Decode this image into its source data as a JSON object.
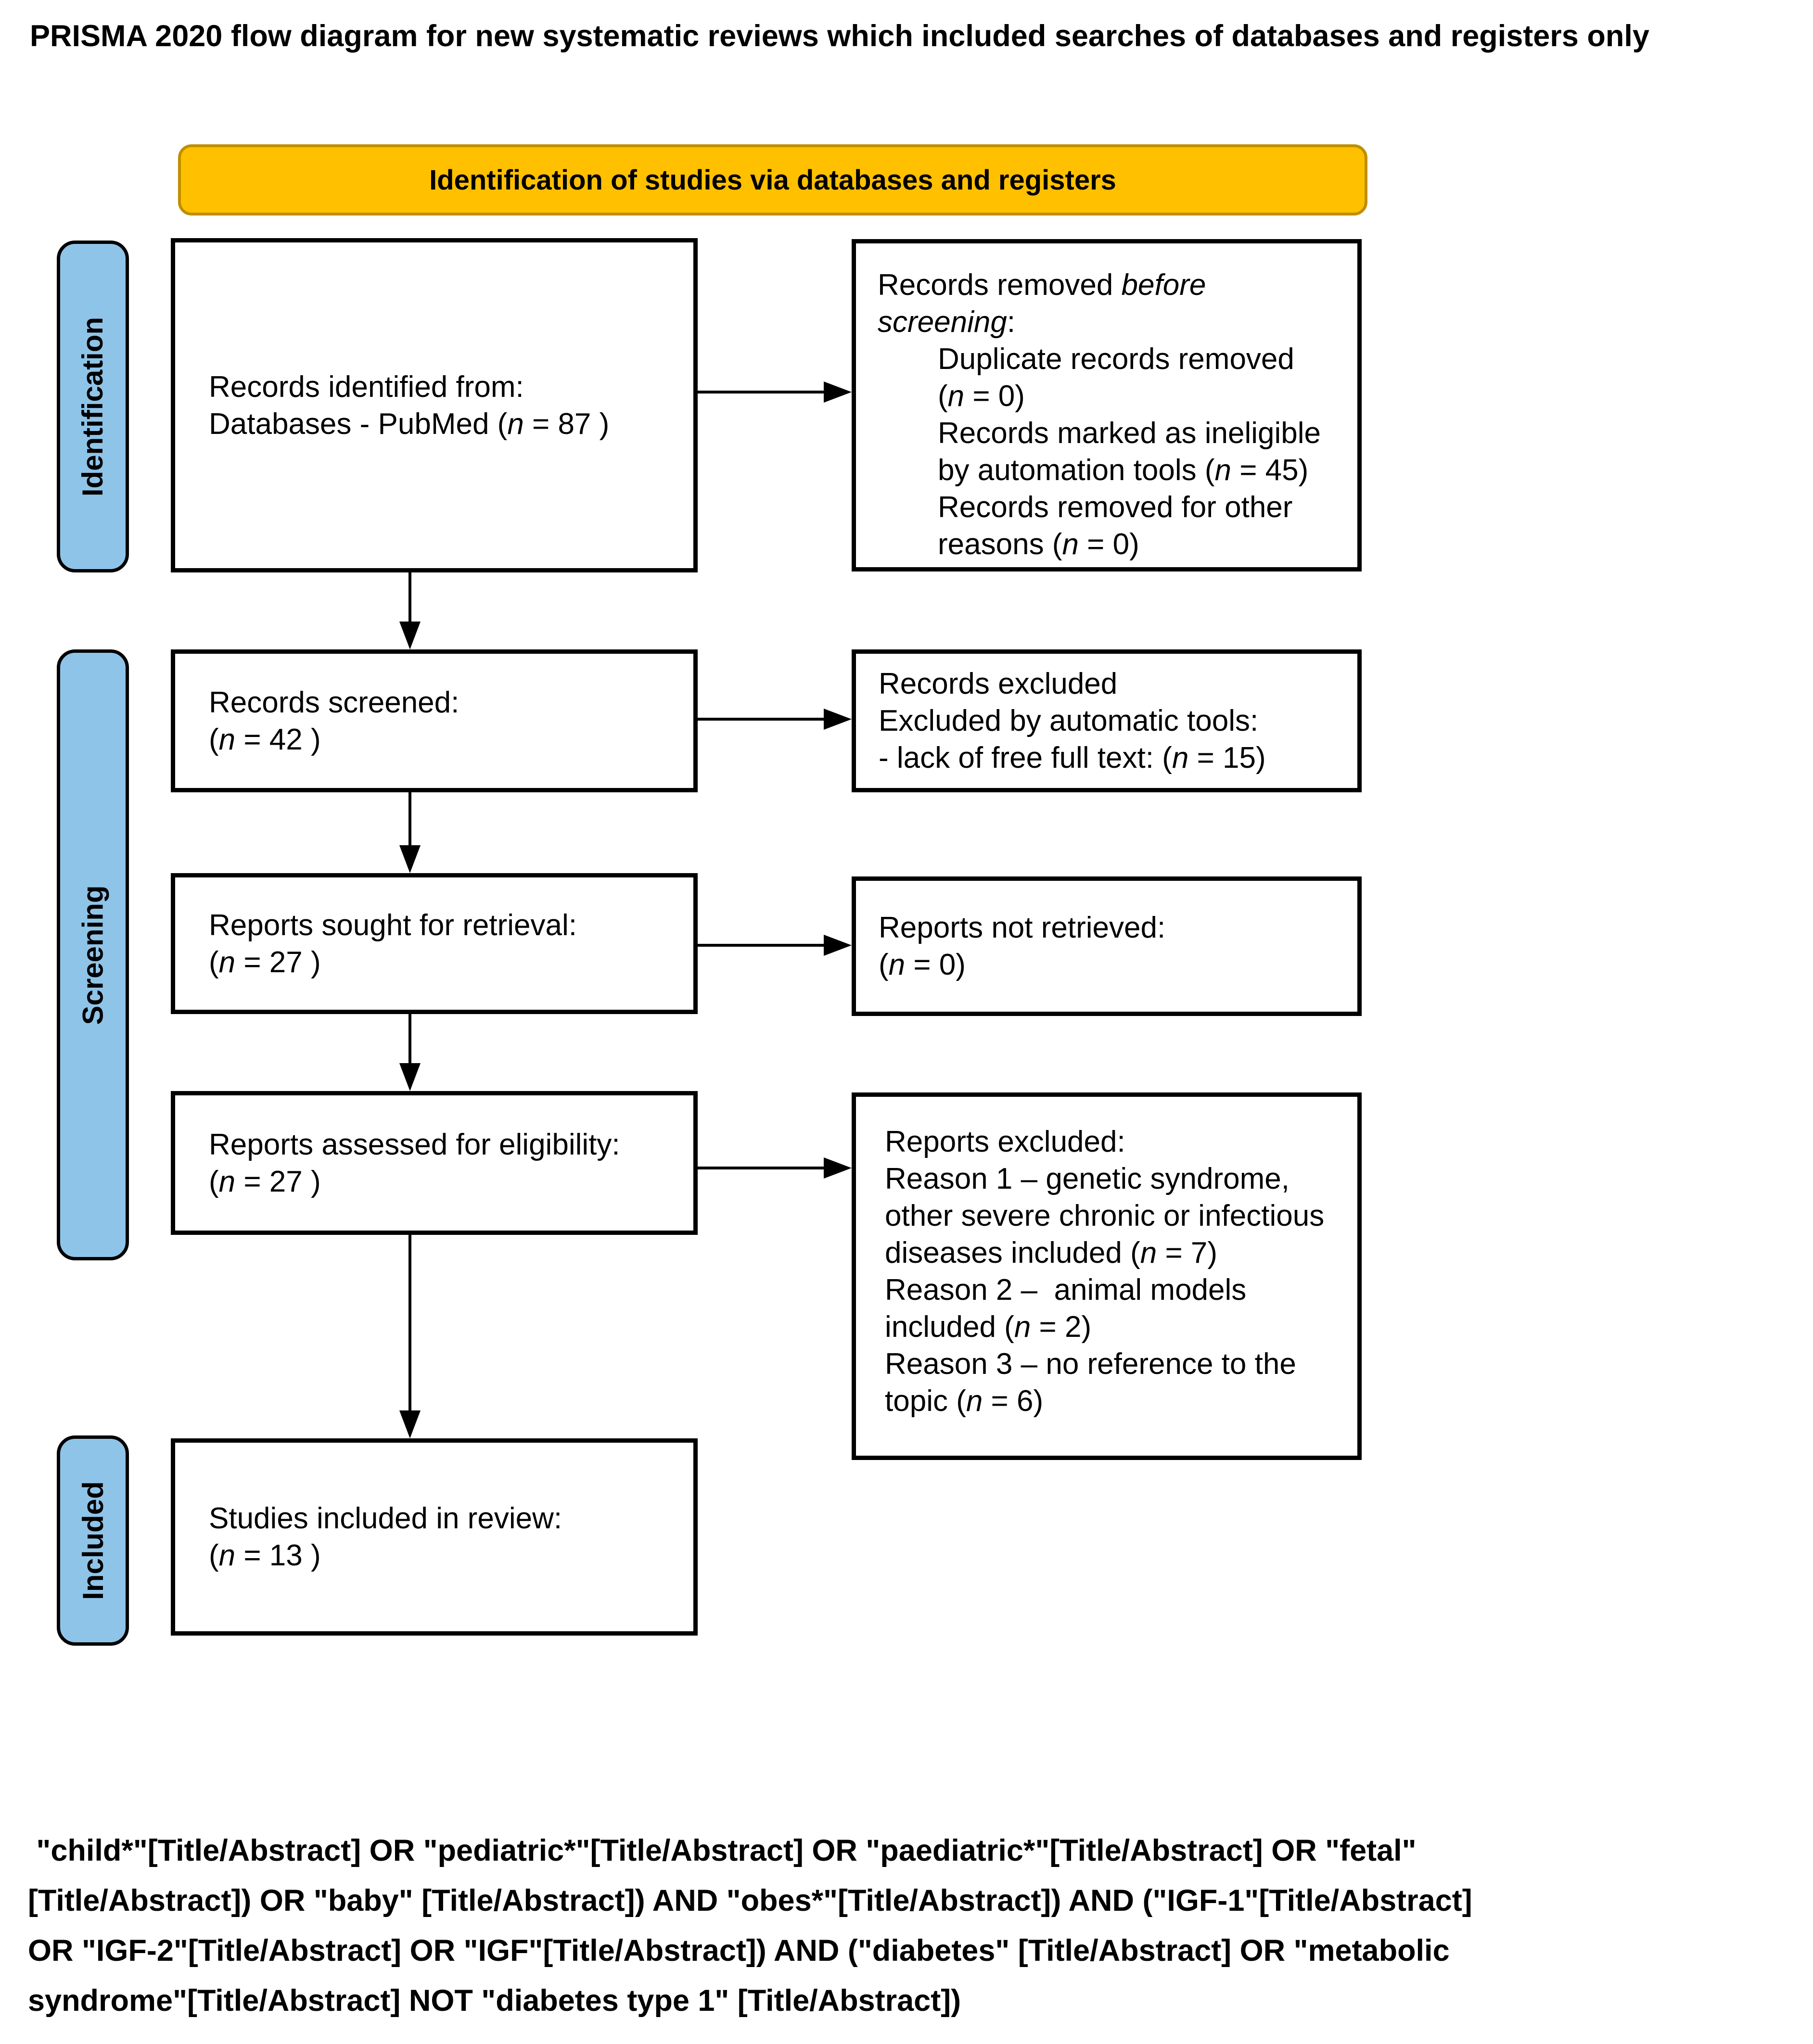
{
  "title": "PRISMA 2020 flow diagram for new systematic reviews which included searches of databases and registers only",
  "banner": {
    "label": "Identification of studies via databases and registers",
    "fill": "#FFC000",
    "border_color": "#BF8F00"
  },
  "stage_bar_fill": "#8FC4E9",
  "stages": [
    {
      "label": "Identification"
    },
    {
      "label": "Screening"
    },
    {
      "label": "Included"
    }
  ],
  "boxes": {
    "records_identified": {
      "lines": [
        {
          "seg": [
            {
              "t": "Records identified from:"
            }
          ]
        },
        {
          "seg": [
            {
              "t": "Databases - PubMed ("
            },
            {
              "t": "n",
              "i": true
            },
            {
              "t": " = 87 )"
            }
          ]
        }
      ]
    },
    "records_removed": {
      "lines": [
        {
          "seg": [
            {
              "t": "Records removed "
            },
            {
              "t": "before",
              "i": true
            }
          ]
        },
        {
          "seg": [
            {
              "t": "screening",
              "i": true
            },
            {
              "t": ":"
            }
          ]
        },
        {
          "ind": true,
          "seg": [
            {
              "t": "Duplicate records removed"
            }
          ]
        },
        {
          "ind": true,
          "seg": [
            {
              "t": "("
            },
            {
              "t": "n",
              "i": true
            },
            {
              "t": " = 0)"
            }
          ]
        },
        {
          "ind": true,
          "seg": [
            {
              "t": "Records marked as ineligible"
            }
          ]
        },
        {
          "ind": true,
          "seg": [
            {
              "t": "by automation tools ("
            },
            {
              "t": "n",
              "i": true
            },
            {
              "t": " = 45)"
            }
          ]
        },
        {
          "ind": true,
          "seg": [
            {
              "t": "Records removed for other"
            }
          ]
        },
        {
          "ind": true,
          "seg": [
            {
              "t": "reasons ("
            },
            {
              "t": "n",
              "i": true
            },
            {
              "t": " = 0)"
            }
          ]
        }
      ]
    },
    "records_screened": {
      "lines": [
        {
          "seg": [
            {
              "t": "Records screened:"
            }
          ]
        },
        {
          "seg": [
            {
              "t": "("
            },
            {
              "t": "n",
              "i": true
            },
            {
              "t": " = 42 )"
            }
          ]
        }
      ]
    },
    "records_excluded": {
      "lines": [
        {
          "seg": [
            {
              "t": "Records excluded"
            }
          ]
        },
        {
          "seg": [
            {
              "t": "Excluded by automatic tools:"
            }
          ]
        },
        {
          "seg": [
            {
              "t": "- lack of free full text: ("
            },
            {
              "t": "n",
              "i": true
            },
            {
              "t": " = 15)"
            }
          ]
        }
      ]
    },
    "reports_sought": {
      "lines": [
        {
          "seg": [
            {
              "t": "Reports sought for retrieval:"
            }
          ]
        },
        {
          "seg": [
            {
              "t": "("
            },
            {
              "t": "n",
              "i": true
            },
            {
              "t": " = 27 )"
            }
          ]
        }
      ]
    },
    "reports_not_retrieved": {
      "lines": [
        {
          "seg": [
            {
              "t": "Reports not retrieved:"
            }
          ]
        },
        {
          "seg": [
            {
              "t": "("
            },
            {
              "t": "n",
              "i": true
            },
            {
              "t": " = 0)"
            }
          ]
        }
      ]
    },
    "reports_assessed": {
      "lines": [
        {
          "seg": [
            {
              "t": "Reports assessed for eligibility:"
            }
          ]
        },
        {
          "seg": [
            {
              "t": "("
            },
            {
              "t": "n",
              "i": true
            },
            {
              "t": " = 27 )"
            }
          ]
        }
      ]
    },
    "reports_excluded": {
      "lines": [
        {
          "seg": [
            {
              "t": "Reports excluded:"
            }
          ]
        },
        {
          "seg": [
            {
              "t": "Reason 1 – genetic syndrome,"
            }
          ]
        },
        {
          "seg": [
            {
              "t": "other severe chronic or infectious"
            }
          ]
        },
        {
          "seg": [
            {
              "t": "diseases included ("
            },
            {
              "t": "n",
              "i": true
            },
            {
              "t": " = 7)"
            }
          ]
        },
        {
          "seg": [
            {
              "t": "Reason 2 –  animal models"
            }
          ]
        },
        {
          "seg": [
            {
              "t": "included ("
            },
            {
              "t": "n",
              "i": true
            },
            {
              "t": " = 2)"
            }
          ]
        },
        {
          "seg": [
            {
              "t": "Reason 3 – no reference to the"
            }
          ]
        },
        {
          "seg": [
            {
              "t": "topic ("
            },
            {
              "t": "n",
              "i": true
            },
            {
              "t": " = 6)"
            }
          ]
        }
      ]
    },
    "studies_included": {
      "lines": [
        {
          "seg": [
            {
              "t": "Studies included in review:"
            }
          ]
        },
        {
          "seg": [
            {
              "t": "("
            },
            {
              "t": "n",
              "i": true
            },
            {
              "t": " = 13 )"
            }
          ]
        }
      ]
    }
  },
  "query": {
    "lines": [
      " \"child*\"[Title/Abstract] OR \"pediatric*\"[Title/Abstract] OR \"paediatric*\"[Title/Abstract] OR \"fetal\"",
      "[Title/Abstract]) OR \"baby\" [Title/Abstract]) AND \"obes*\"[Title/Abstract]) AND (\"IGF-1\"[Title/Abstract]",
      "OR \"IGF-2\"[Title/Abstract] OR \"IGF\"[Title/Abstract]) AND (\"diabetes\" [Title/Abstract] OR \"metabolic",
      "syndrome\"[Title/Abstract] NOT \"diabetes type 1\" [Title/Abstract])"
    ]
  }
}
